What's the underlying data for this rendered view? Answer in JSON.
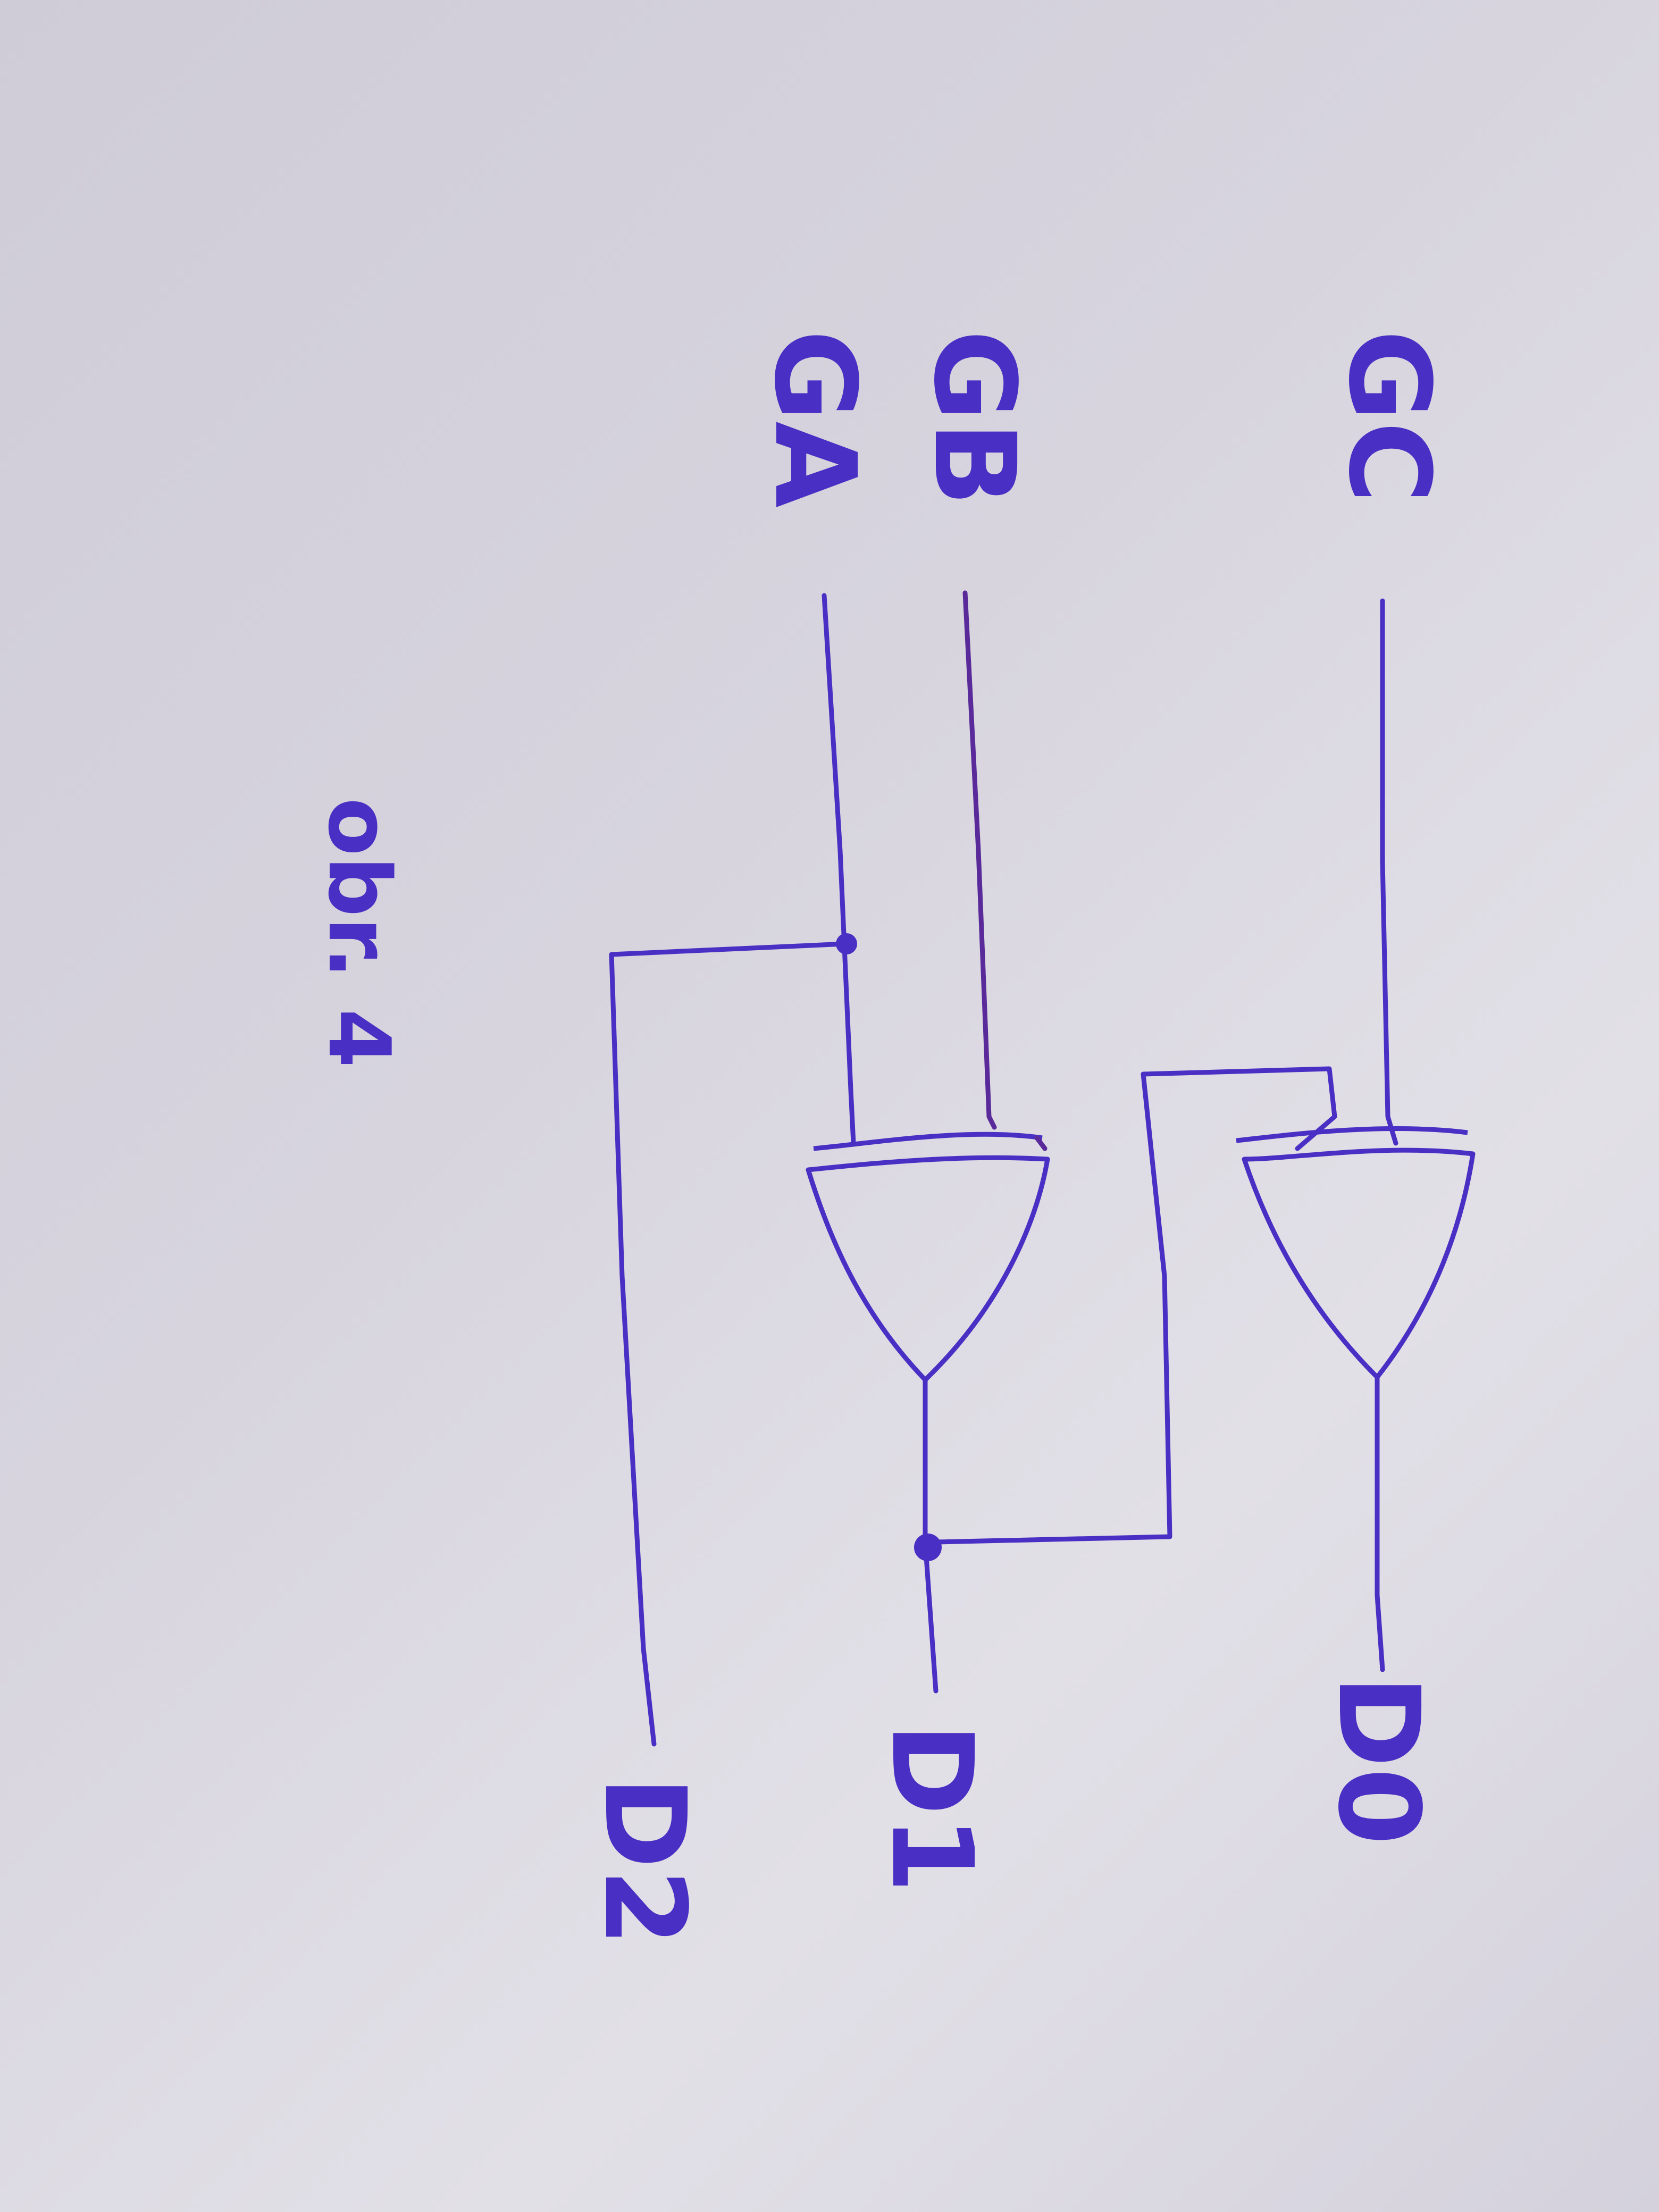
{
  "colors": {
    "ink": "#4a2fc4",
    "ink_secondary": "#5a2a9a",
    "paper": "#d8d5df"
  },
  "inputs": {
    "gc": "GC",
    "gb": "GB",
    "ga": "GA"
  },
  "outputs": {
    "d0": "D0",
    "d1": "D1",
    "d2": "D2"
  },
  "gates": [
    {
      "type": "XOR",
      "inputs": [
        "GC",
        "D1"
      ],
      "output": "D0"
    },
    {
      "type": "XOR",
      "inputs": [
        "GB",
        "GA"
      ],
      "output": "D1"
    }
  ],
  "caption": "obr. 4"
}
